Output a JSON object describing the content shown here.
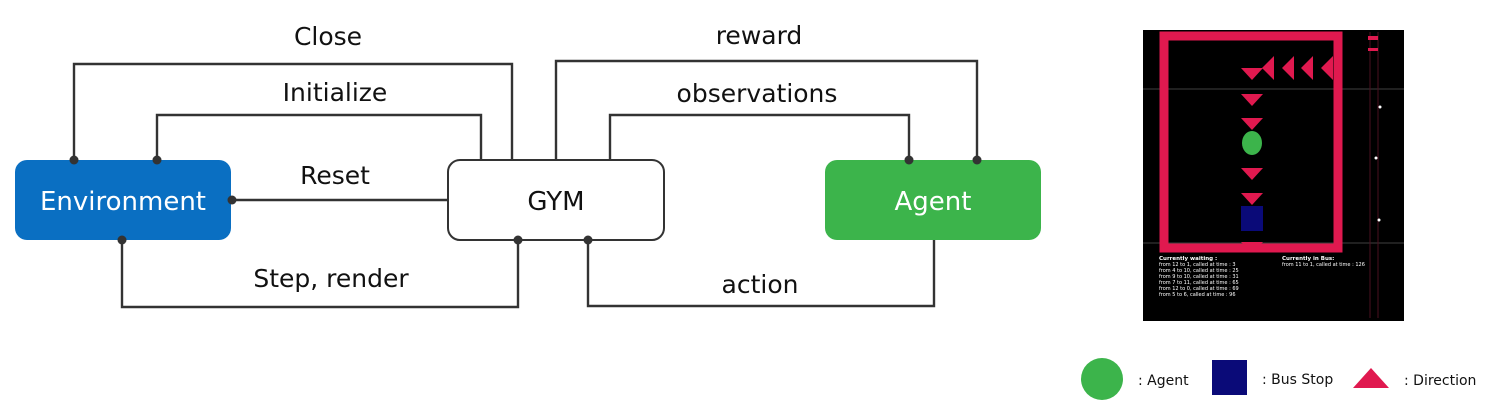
{
  "nodes": {
    "environment": "Environment",
    "gym": "GYM",
    "agent": "Agent"
  },
  "edges": {
    "close": "Close",
    "initialize": "Initialize",
    "reset": "Reset",
    "step_render": "Step, render",
    "reward": "reward",
    "observations": "observations",
    "action": "action"
  },
  "screenshot": {
    "waiting_title": "Currently waiting :",
    "waiting_lines": [
      "from 12 to 1, called at time : 3",
      "from 4 to 10, called at time : 25",
      "from 9 to 10, called at time : 31",
      "from 7 to 11, called at time : 65",
      "from 12 to 0, called at time : 69",
      "from 5 to 6, called at time : 96"
    ],
    "bus_title": "Currently in Bus:",
    "bus_lines": [
      "from 11 to 1, called at time : 126"
    ]
  },
  "legend": {
    "agent": ": Agent",
    "bus_stop": ": Bus Stop",
    "direction": ": Direction"
  },
  "colors": {
    "environment": "#0a6fc2",
    "agent": "#3cb44b",
    "crimson": "#e0194f",
    "bus_stop": "#0a0a78"
  }
}
